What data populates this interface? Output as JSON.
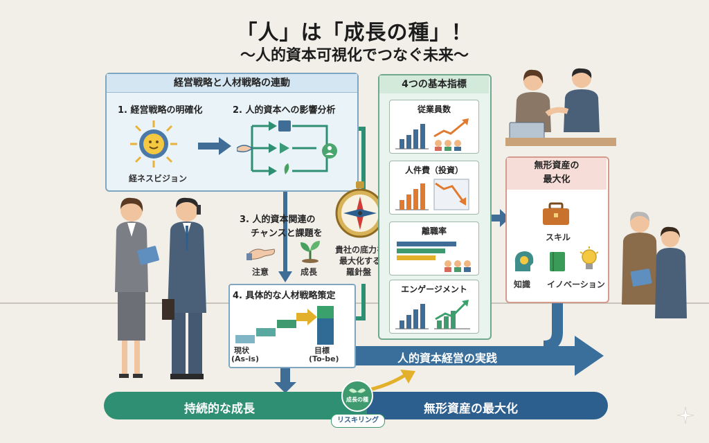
{
  "header": {
    "title": "「人」は「成長の種」！",
    "subtitle": "〜人的資本可視化でつなぐ未来〜"
  },
  "left_panel": {
    "heading": "経営戦略と人材戦略の連動",
    "step1": "1. 経営戦略の明確化",
    "step1_caption": "経ネスビジョン",
    "step2": "2. 人的資本への影響分析"
  },
  "middle_flow": {
    "step3_line1": "3. 人的資本関連の",
    "step3_line2": "チャンスと課題を",
    "attention": "注意",
    "growth": "成長",
    "compass_line1": "貴社の底力を",
    "compass_line2": "最大化する",
    "compass_line3": "羅針盤"
  },
  "step4": {
    "heading": "4. 具体的な人材戦略策定",
    "asis_line1": "現状",
    "asis_line2": "(As-is)",
    "tobe_line1": "目標",
    "tobe_line2": "(To-be)"
  },
  "kpi_panel": {
    "heading": "4つの基本指標",
    "cards": [
      {
        "title": "従業員数"
      },
      {
        "title": "人件費（投資）"
      },
      {
        "title": "離職率"
      },
      {
        "title": "エンゲージメント"
      }
    ]
  },
  "intangible_panel": {
    "heading_line1": "無形資産の",
    "heading_line2": "最大化",
    "skill": "スキル",
    "knowledge": "知識",
    "innovation": "イノベーション"
  },
  "bottom": {
    "practice": "人的資本経営の実践",
    "left_bar": "持続的な成長",
    "right_bar": "無形資産の最大化",
    "seed_badge": "成長の種",
    "reskilling": "リスキリング"
  },
  "colors": {
    "teal": "#2f8f72",
    "navy": "#2d5f8e",
    "steel_blue": "#3f6d96",
    "gold": "#e3b02c",
    "coral": "#d59a8e"
  }
}
